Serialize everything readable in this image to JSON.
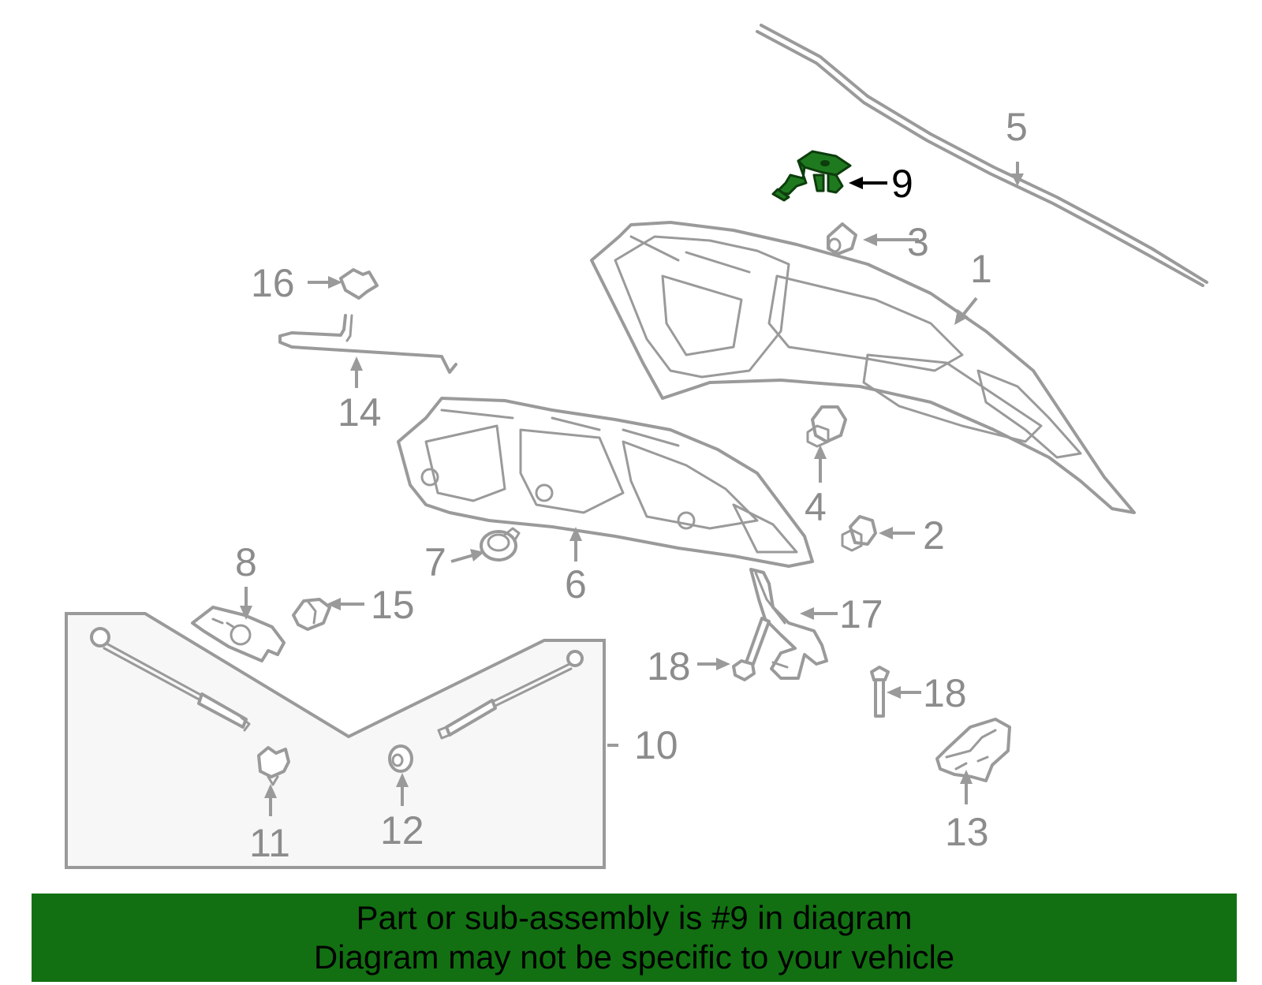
{
  "highlight": {
    "part_number": "9",
    "fill_color": "#1f7a1f",
    "banner_color": "#127012"
  },
  "callouts": {
    "c1": "1",
    "c2": "2",
    "c3": "3",
    "c4": "4",
    "c5": "5",
    "c6": "6",
    "c7": "7",
    "c8": "8",
    "c9": "9",
    "c10": "10",
    "c11": "11",
    "c12": "12",
    "c13": "13",
    "c14": "14",
    "c15": "15",
    "c16": "16",
    "c17": "17",
    "c18a": "18",
    "c18b": "18"
  },
  "banner": {
    "line1": "Part or sub-assembly is #9 in diagram",
    "line2": "Diagram may not be specific to your vehicle"
  }
}
